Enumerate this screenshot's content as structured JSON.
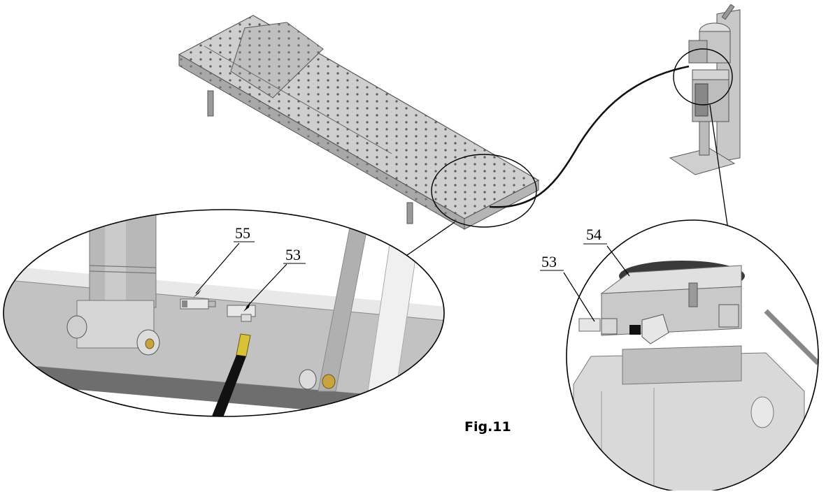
{
  "figure": {
    "caption": "Fig.11",
    "callouts": [
      {
        "id": "left-55",
        "label": "55"
      },
      {
        "id": "left-53",
        "label": "53"
      },
      {
        "id": "right-54",
        "label": "54"
      },
      {
        "id": "right-53",
        "label": "53"
      }
    ]
  },
  "colors": {
    "table_top": "#c9c9c9",
    "table_side": "#a9a9a9",
    "metal_light": "#e2e2e2",
    "metal_mid": "#bdbdbd",
    "metal_dark": "#7a7a7a",
    "hose": "#111111",
    "accent_yellow": "#d8c23a"
  }
}
